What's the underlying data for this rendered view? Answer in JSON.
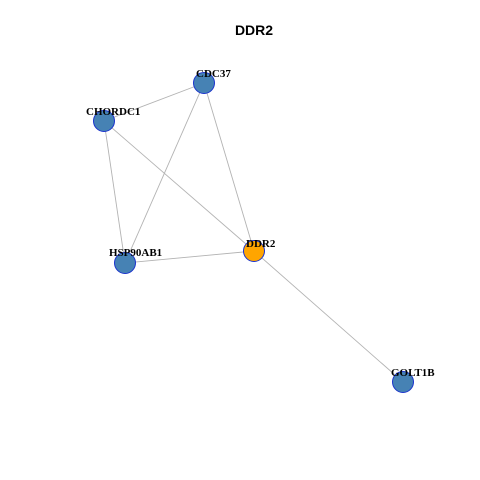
{
  "title": "DDR2",
  "colors": {
    "default_node": "#4682b4",
    "query_node": "#ffa500",
    "node_border": "#1a33cc",
    "edge": "#b3b3b3"
  },
  "nodes": [
    {
      "id": "CDC37",
      "label": "CDC37",
      "query": false
    },
    {
      "id": "CHORDC1",
      "label": "CHORDC1",
      "query": false
    },
    {
      "id": "HSP90AB1",
      "label": "HSP90AB1",
      "query": false
    },
    {
      "id": "DDR2",
      "label": "DDR2",
      "query": true
    },
    {
      "id": "GOLT1B",
      "label": "GOLT1B",
      "query": false
    }
  ],
  "edges": [
    {
      "source": "CDC37",
      "target": "CHORDC1"
    },
    {
      "source": "CDC37",
      "target": "HSP90AB1"
    },
    {
      "source": "CDC37",
      "target": "DDR2"
    },
    {
      "source": "CHORDC1",
      "target": "HSP90AB1"
    },
    {
      "source": "CHORDC1",
      "target": "DDR2"
    },
    {
      "source": "HSP90AB1",
      "target": "DDR2"
    },
    {
      "source": "DDR2",
      "target": "GOLT1B"
    }
  ]
}
